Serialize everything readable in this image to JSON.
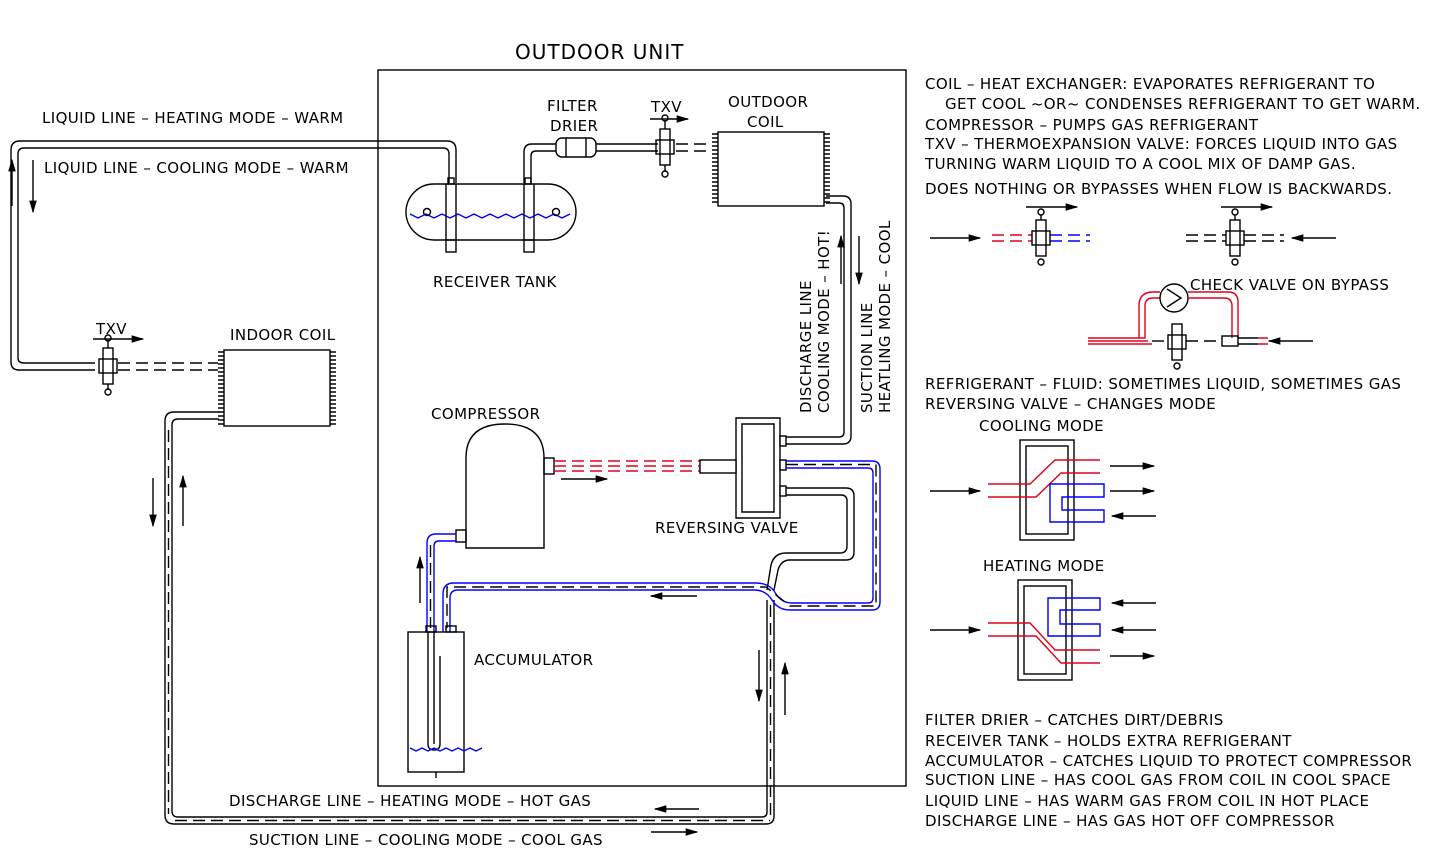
{
  "title": "OUTDOOR UNIT",
  "labels": {
    "liquid_heating": "LIQUID LINE – HEATING MODE – WARM",
    "liquid_cooling": "LIQUID LINE – COOLING MODE – WARM",
    "filter_1": "FILTER",
    "filter_2": "DRIER",
    "txv_top": "TXV",
    "outdoor_1": "OUTDOOR",
    "outdoor_2": "COIL",
    "receiver": "RECEIVER TANK",
    "txv_left": "TXV",
    "indoor_coil": "INDOOR COIL",
    "compressor": "COMPRESSOR",
    "reversing": "REVERSING VALVE",
    "accumulator": "ACCUMULATOR",
    "discharge_cool_1": "DISCHARGE LINE",
    "discharge_cool_2": "COOLING MODE – HOT!",
    "suction_heat_1": "SUCTION LINE",
    "suction_heat_2": "HEATLING MODE – COOL",
    "discharge_heat": "DISCHARGE LINE – HEATING MODE – HOT GAS",
    "suction_cool": "SUCTION LINE – COOLING MODE – COOL GAS",
    "check_valve": "CHECK VALVE ON BYPASS",
    "cooling_mode": "COOLING MODE",
    "heating_mode": "HEATING MODE"
  },
  "legend": {
    "top": [
      "COIL – HEAT EXCHANGER: EVAPORATES REFRIGERANT TO",
      "GET COOL ~OR~ CONDENSES REFRIGERANT TO GET WARM.",
      "COMPRESSOR – PUMPS GAS REFRIGERANT",
      "TXV – THERMOEXPANSION VALVE: FORCES LIQUID INTO GAS",
      "TURNING WARM LIQUID TO A COOL MIX OF DAMP GAS.",
      "DOES NOTHING OR BYPASSES WHEN FLOW IS BACKWARDS."
    ],
    "middle": [
      "REFRIGERANT – FLUID: SOMETIMES LIQUID, SOMETIMES GAS",
      "REVERSING VALVE – CHANGES MODE"
    ],
    "bottom": [
      "FILTER DRIER – CATCHES DIRT/DEBRIS",
      "RECEIVER TANK – HOLDS EXTRA REFRIGERANT",
      "ACCUMULATOR – CATCHES LIQUID TO PROTECT COMPRESSOR",
      "SUCTION LINE – HAS COOL GAS FROM COIL IN COOL SPACE",
      "LIQUID LINE – HAS WARM GAS FROM COIL IN HOT PLACE",
      "DISCHARGE LINE – HAS GAS HOT OFF COMPRESSOR"
    ]
  },
  "colors": {
    "hot": "#e0001b",
    "cold": "#0000ff",
    "line": "#000000"
  }
}
